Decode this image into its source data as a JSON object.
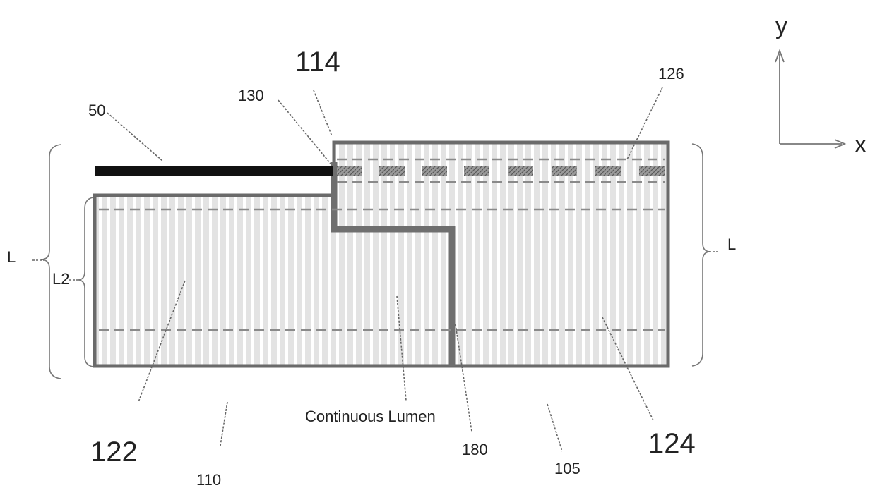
{
  "labels": {
    "l_50": "50",
    "l_130": "130",
    "l_114": "114",
    "l_126": "126",
    "l_y": "y",
    "l_x": "x",
    "l_L_left": "L",
    "l_L2": "L2",
    "l_L_right": "L",
    "l_continuous_lumen": "Continuous Lumen",
    "l_122": "122",
    "l_110": "110",
    "l_180": "180",
    "l_105": "105",
    "l_124": "124"
  },
  "colors": {
    "body_fill": "#e6e6e6",
    "outline": "#6a6a6a",
    "stripe": "#ffffff",
    "bar": "#111111",
    "dash": "#8a8a8a"
  }
}
